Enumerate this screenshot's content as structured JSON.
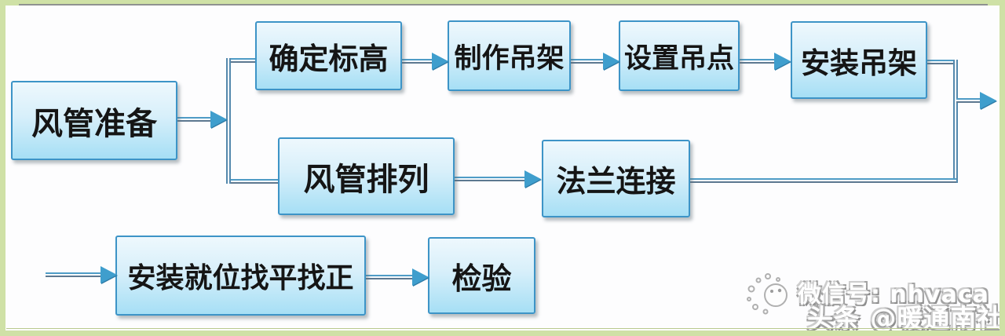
{
  "diagram": {
    "type": "flowchart",
    "nodes": [
      {
        "id": "duct-prepare",
        "label": "风管准备"
      },
      {
        "id": "set-elevation",
        "label": "确定标高"
      },
      {
        "id": "make-hangers",
        "label": "制作吊架"
      },
      {
        "id": "set-hanging-points",
        "label": "设置吊点"
      },
      {
        "id": "install-hangers",
        "label": "安装吊架"
      },
      {
        "id": "duct-arrangement",
        "label": "风管排列"
      },
      {
        "id": "flange-connection",
        "label": "法兰连接"
      },
      {
        "id": "position-level-align",
        "label": "安装就位找平找正"
      },
      {
        "id": "inspection",
        "label": "检验"
      }
    ],
    "edges": [
      "风管准备 → 确定标高",
      "风管准备 → 风管排列",
      "确定标高 → 制作吊架",
      "制作吊架 → 设置吊点",
      "设置吊点 → 安装吊架",
      "安装吊架 → 右出口",
      "风管排列 → 法兰连接",
      "法兰连接 → 右出口",
      "左入口 → 安装就位找平找正",
      "安装就位找平找正 → 检验"
    ]
  },
  "watermark": {
    "line1": "微信号: nhvaca",
    "line2": "头条 @暖通南社"
  },
  "colors": {
    "node_fill_top": "#eef8fd",
    "node_fill_bottom": "#a6dff5",
    "node_border": "#3d94c7",
    "arrowhead_fill": "#3f9ecd",
    "connector_line": "#5589ad",
    "frame_green": "#cfe1a6",
    "background": "#fdfdfe"
  }
}
